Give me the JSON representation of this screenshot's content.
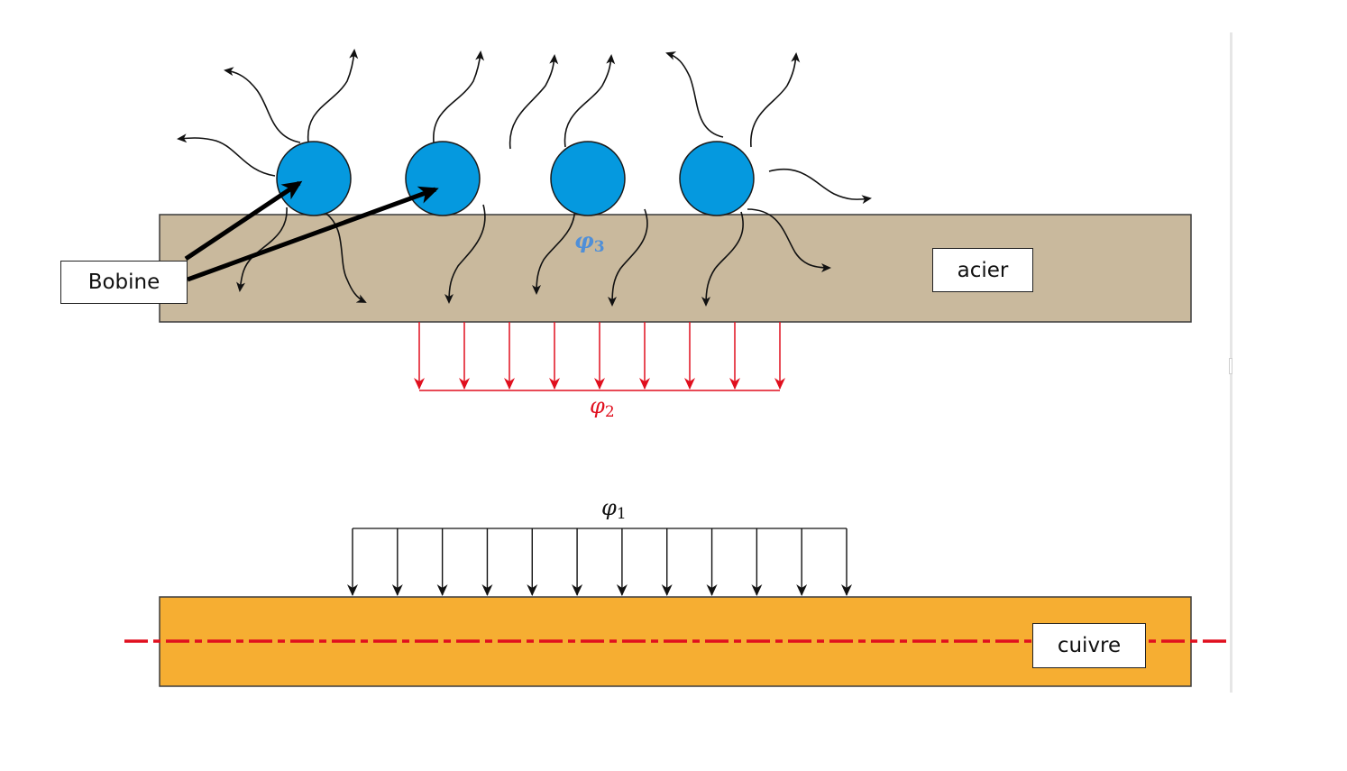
{
  "labels": {
    "bobine": "Bobine",
    "acier": "acier",
    "cuivre": "cuivre"
  },
  "fluxes": {
    "phi1": {
      "symbol": "φ",
      "index": "1",
      "color": "#111111"
    },
    "phi2": {
      "symbol": "φ",
      "index": "2",
      "color": "#e00f1e"
    },
    "phi3": {
      "symbol": "φ",
      "index": "3",
      "color": "#4f8fd8"
    }
  },
  "colors": {
    "steel": "#c9b99d",
    "copper": "#f6ae32",
    "coil": "#0599df",
    "axis": "#e00f1e",
    "phi2_arrows": "#e00f1e",
    "phi1_arrows": "#111111"
  },
  "counts": {
    "coils": 4,
    "phi2_arrows": 9,
    "phi1_arrows": 12
  }
}
